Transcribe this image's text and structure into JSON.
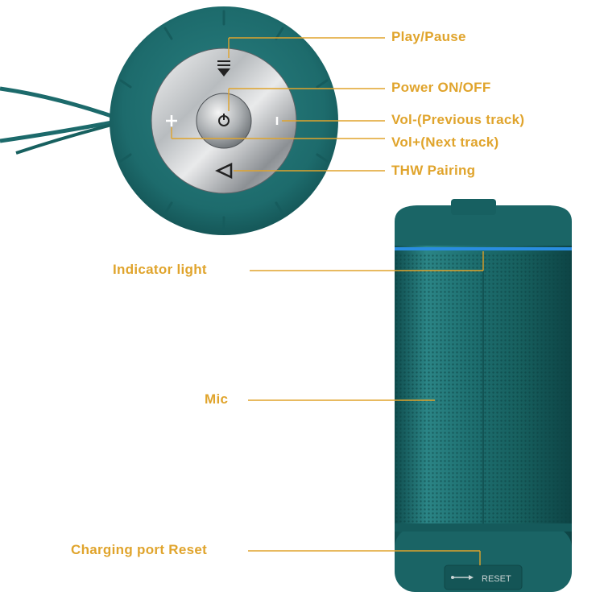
{
  "accent_color": "#e0a42c",
  "speaker_color": "#1d6d6e",
  "indicator_color": "#2a8de0",
  "labels": {
    "play_pause": "Play/Pause",
    "power": "Power ON/OFF",
    "vol_minus": "Vol-(Previous track)",
    "vol_plus": "Vol+(Next track)",
    "thw_pairing": "THW Pairing",
    "indicator_light": "Indicator light",
    "mic": "Mic",
    "charging_port_reset": "Charging port Reset"
  },
  "port_text": "RESET",
  "icons": [
    "play-pause-icon",
    "power-icon",
    "plus-icon",
    "minus-icon",
    "pairing-triangle-icon",
    "usb-icon"
  ]
}
